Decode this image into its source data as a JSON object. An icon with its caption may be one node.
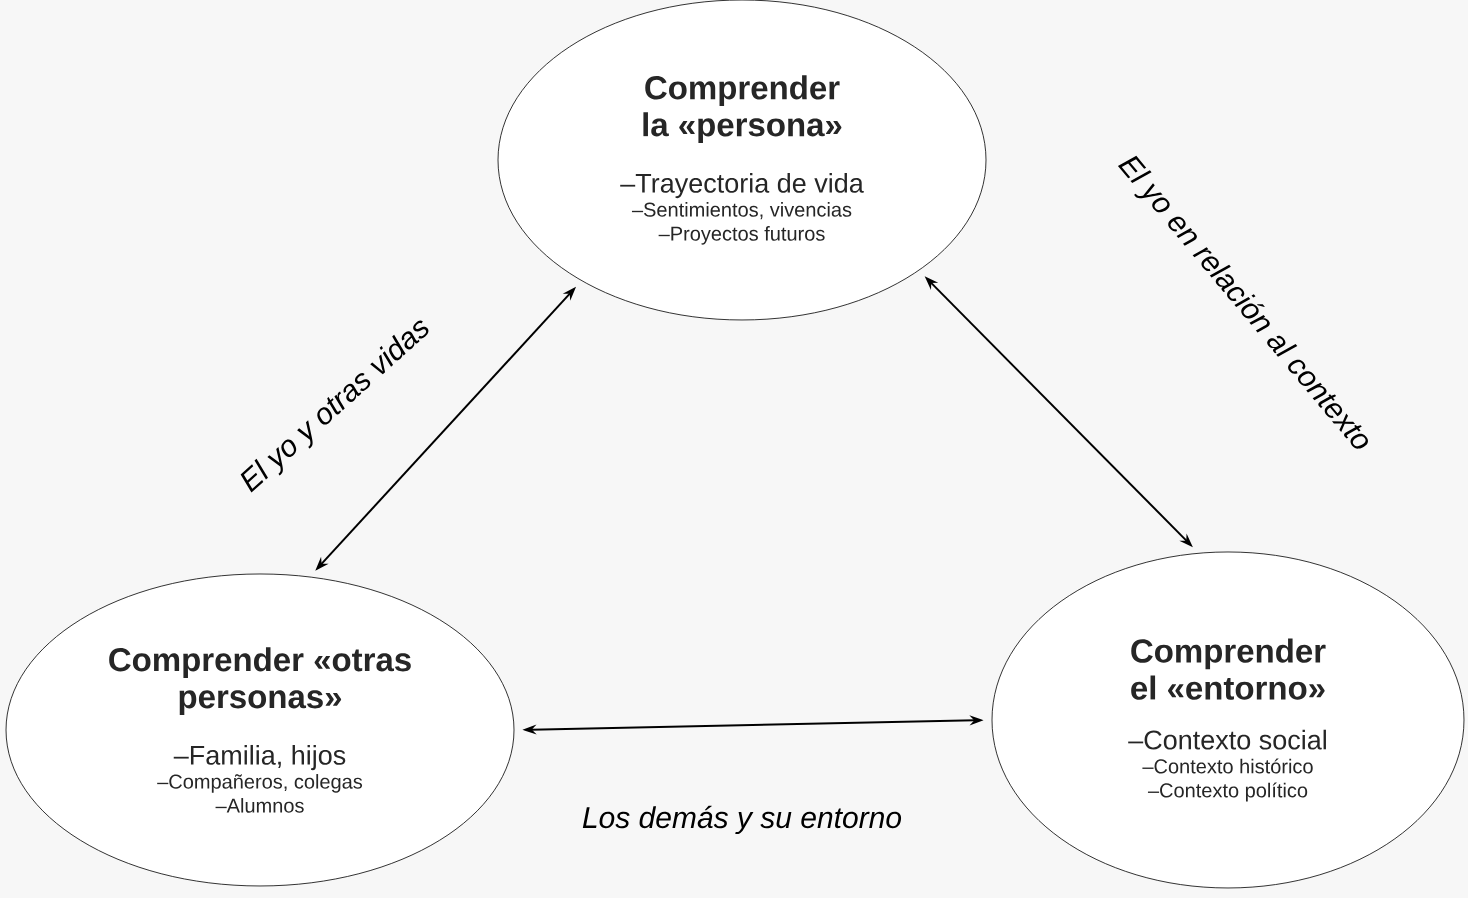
{
  "diagram": {
    "nodes": [
      {
        "text": [
          "Comprender la «persona»",
          "–Trayectoria de vida",
          "–Sentimientos, vivencias",
          "–Proyectos futuros"
        ]
      },
      {
        "text": [
          "Comprender «otras personas»",
          "–Familia, hijos",
          "–Compañeros, colegas",
          "–Alumnos"
        ]
      },
      {
        "text": [
          "Comprender el «entorno»",
          "–Contexto social",
          "–Contexto histórico",
          "–Contexto político"
        ]
      }
    ],
    "edges": [
      {
        "from": 0,
        "to": 1,
        "arrow": "both",
        "label": "El yo y otras vidas"
      },
      {
        "from": 0,
        "to": 2,
        "arrow": "both",
        "label": "El yo en relación al contexto"
      },
      {
        "from": 1,
        "to": 2,
        "arrow": "both",
        "label": "Los demás y su entorno"
      }
    ]
  }
}
